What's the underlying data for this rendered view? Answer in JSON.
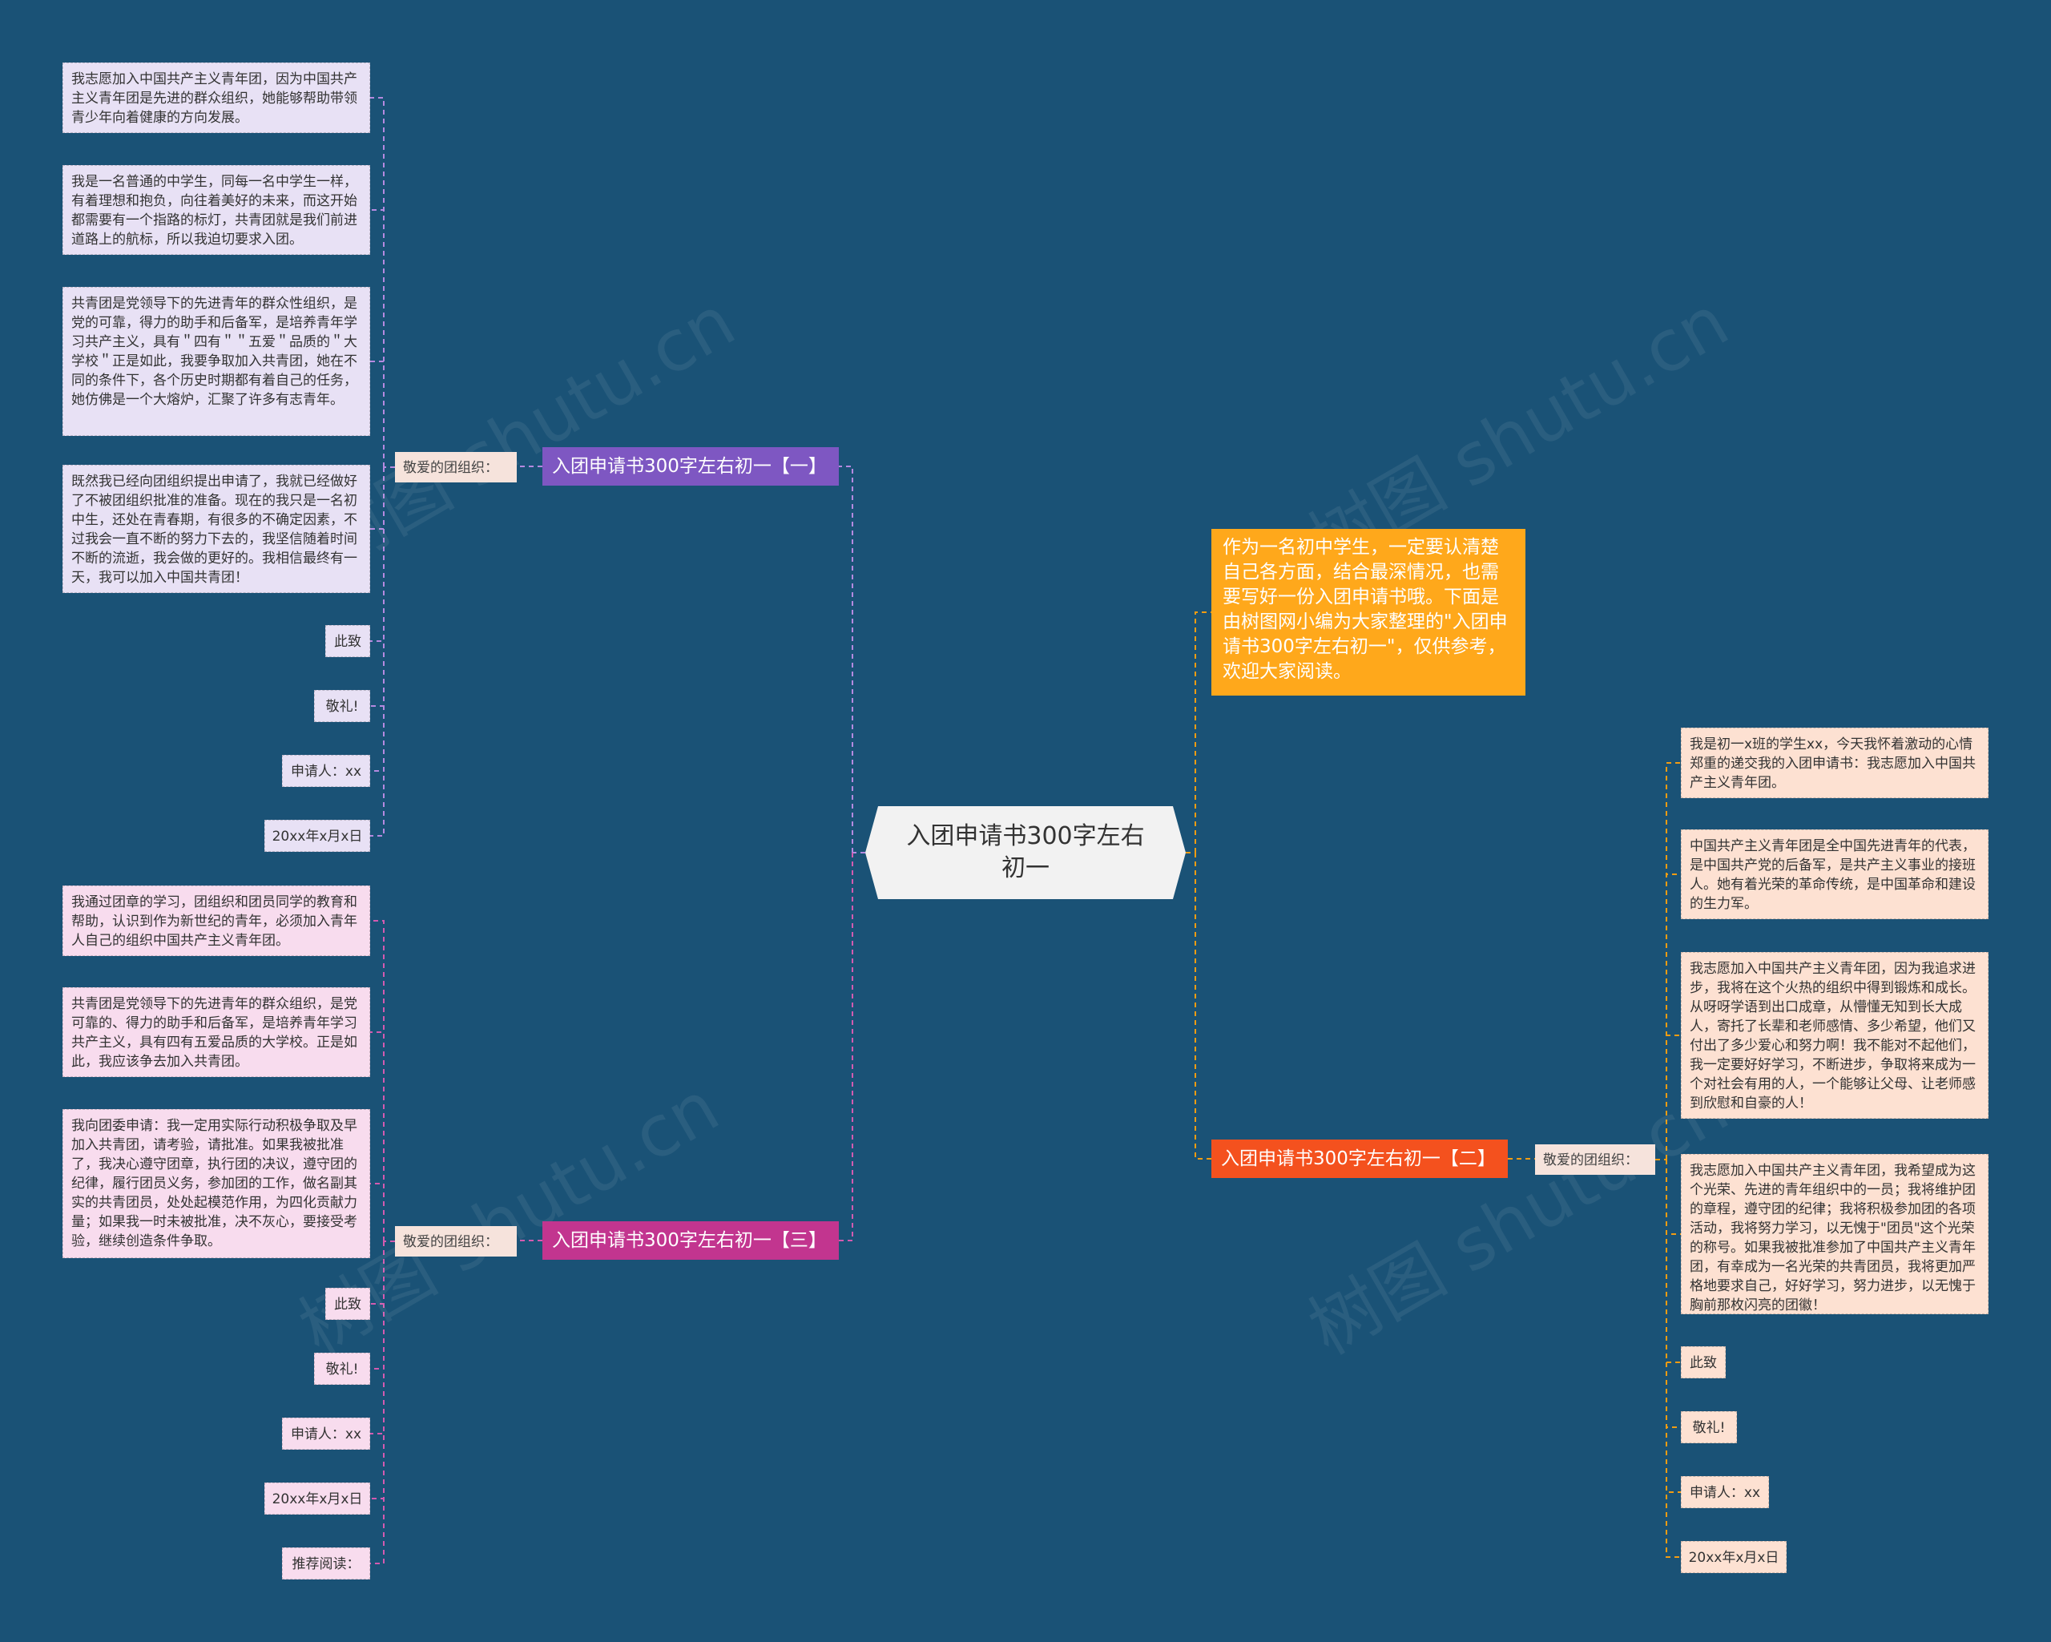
{
  "root": {
    "title": "入团申请书300字左右初一"
  },
  "intro": {
    "text": "作为一名初中学生，一定要认清楚自己各方面，结合最深情况，也需要写好一份入团申请书哦。下面是由树图网小编为大家整理的\"入团申请书300字左右初一\"，仅供参考，欢迎大家阅读。"
  },
  "branch1": {
    "title": "入团申请书300字左右初一【一】",
    "salutation": "敬爱的团组织：",
    "items": [
      "我志愿加入中国共产主义青年团，因为中国共产主义青年团是先进的群众组织，她能够帮助带领青少年向着健康的方向发展。",
      "我是一名普通的中学生，同每一名中学生一样，有着理想和抱负，向往着美好的未来，而这开始都需要有一个指路的标灯，共青团就是我们前进道路上的航标，所以我迫切要求入团。",
      "共青团是党领导下的先进青年的群众性组织，是党的可靠，得力的助手和后备军，是培养青年学习共产主义，具有＂四有＂＂五爱＂品质的＂大学校＂正是如此，我要争取加入共青团，她在不同的条件下，各个历史时期都有着自己的任务，她仿佛是一个大熔炉，汇聚了许多有志青年。",
      "既然我已经向团组织提出申请了，我就已经做好了不被团组织批准的准备。现在的我只是一名初中生，还处在青春期，有很多的不确定因素，不过我会一直不断的努力下去的，我坚信随着时间不断的流逝，我会做的更好的。我相信最终有一天，我可以加入中国共青团！",
      "此致",
      "敬礼!",
      "申请人：xx",
      "20xx年x月x日"
    ]
  },
  "branch2": {
    "title": "入团申请书300字左右初一【二】",
    "salutation": "敬爱的团组织：",
    "items": [
      "我是初一x班的学生xx，今天我怀着激动的心情郑重的递交我的入团申请书：我志愿加入中国共产主义青年团。",
      "中国共产主义青年团是全中国先进青年的代表，是中国共产党的后备军，是共产主义事业的接班人。她有着光荣的革命传统，是中国革命和建设的生力军。",
      "我志愿加入中国共产主义青年团，因为我追求进步，我将在这个火热的组织中得到锻炼和成长。从呀呀学语到出口成章，从懵懂无知到长大成人，寄托了长辈和老师感情、多少希望，他们又付出了多少爱心和努力啊！我不能对不起他们，我一定要好好学习，不断进步，争取将来成为一个对社会有用的人，一个能够让父母、让老师感到欣慰和自豪的人！",
      "我志愿加入中国共产主义青年团，我希望成为这个光荣、先进的青年组织中的一员；我将维护团的章程，遵守团的纪律；我将积极参加团的各项活动，我将努力学习，以无愧于\"团员\"这个光荣的称号。如果我被批准参加了中国共产主义青年团，有幸成为一名光荣的共青团员，我将更加严格地要求自己，好好学习，努力进步，以无愧于胸前那枚闪亮的团徽！",
      "此致",
      "敬礼!",
      "申请人：xx",
      "20xx年x月x日"
    ]
  },
  "branch3": {
    "title": "入团申请书300字左右初一【三】",
    "salutation": "敬爱的团组织：",
    "items": [
      "我通过团章的学习，团组织和团员同学的教育和帮助，认识到作为新世纪的青年，必须加入青年人自己的组织中国共产主义青年团。",
      "共青团是党领导下的先进青年的群众组织，是党可靠的、得力的助手和后备军，是培养青年学习共产主义，具有四有五爱品质的大学校。正是如此，我应该争去加入共青团。",
      "我向团委申请：我一定用实际行动积极争取及早加入共青团，请考验，请批准。如果我被批准了，我决心遵守团章，执行团的决议，遵守团的纪律，履行团员义务，参加团的工作，做名副其实的共青团员，处处起模范作用，为四化贡献力量；如果我一时未被批准，决不灰心，要接受考验，继续创造条件争取。",
      "此致",
      "敬礼!",
      "申请人：xx",
      "20xx年x月x日",
      "推荐阅读："
    ]
  },
  "watermark": [
    "树图 shutu.cn",
    "树图 shutu.cn",
    "树图 shutu.cn",
    "树图 shutu.cn"
  ],
  "colors": {
    "background": "#1a5276",
    "branch1": "#7e57c2",
    "branch2": "#f4511e",
    "branch3": "#c2358f",
    "intro": "#ffa81b",
    "wire1": "#b58ae0",
    "wire2": "#f39c12",
    "wire3": "#d35bb0"
  }
}
